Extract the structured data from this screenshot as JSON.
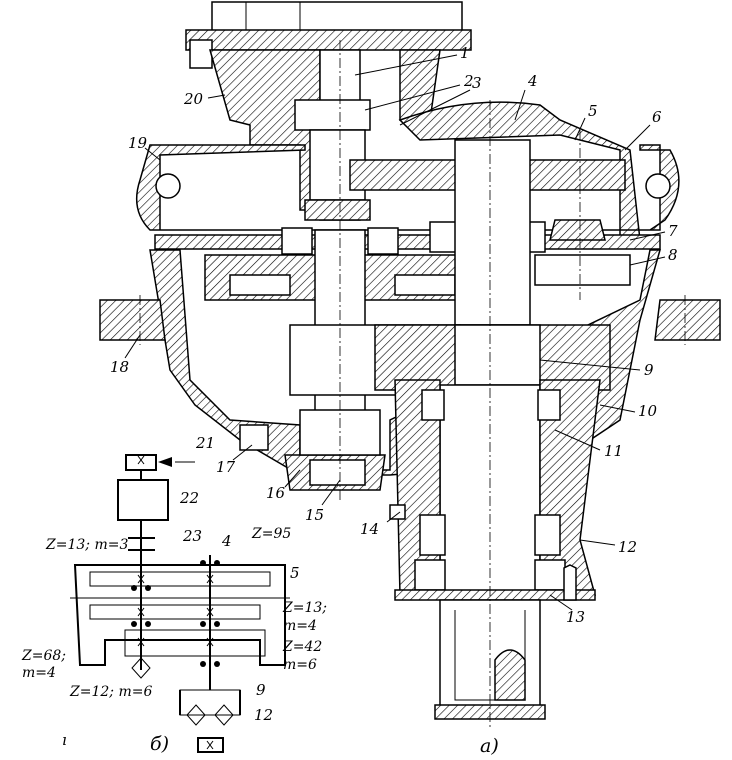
{
  "callouts": [
    {
      "key": "c1",
      "text": "1"
    },
    {
      "key": "c2",
      "text": "2"
    },
    {
      "key": "c3",
      "text": "3"
    },
    {
      "key": "c4",
      "text": "4"
    },
    {
      "key": "c5",
      "text": "5"
    },
    {
      "key": "c6",
      "text": "6"
    },
    {
      "key": "c7",
      "text": "7"
    },
    {
      "key": "c8",
      "text": "8"
    },
    {
      "key": "c9",
      "text": "9"
    },
    {
      "key": "c10",
      "text": "10"
    },
    {
      "key": "c11",
      "text": "11"
    },
    {
      "key": "c12",
      "text": "12"
    },
    {
      "key": "c13",
      "text": "13"
    },
    {
      "key": "c14",
      "text": "14"
    },
    {
      "key": "c15",
      "text": "15"
    },
    {
      "key": "c16",
      "text": "16"
    },
    {
      "key": "c17",
      "text": "17"
    },
    {
      "key": "c18",
      "text": "18"
    },
    {
      "key": "c19",
      "text": "19"
    },
    {
      "key": "c20",
      "text": "20"
    },
    {
      "key": "c21",
      "text": "21"
    },
    {
      "key": "c22",
      "text": "22"
    },
    {
      "key": "c23",
      "text": "23"
    }
  ],
  "kinematic": {
    "z13_m3": "Z=13; m=3",
    "z95": "Z=95",
    "z13_m4_a": "Z=13;",
    "z13_m4_b": "m=4",
    "z42_a": "Z=42",
    "z42_b": "m=6",
    "z68_a": "Z=68;",
    "z68_b": "m=4",
    "z12_m6": "Z=12; m=6",
    "s4": "4",
    "s5": "5",
    "s9": "9",
    "s12": "12",
    "s21": "21",
    "s22": "22",
    "s23": "23"
  },
  "captions": {
    "a": "а)",
    "b": "б)",
    "mark": "ı"
  }
}
